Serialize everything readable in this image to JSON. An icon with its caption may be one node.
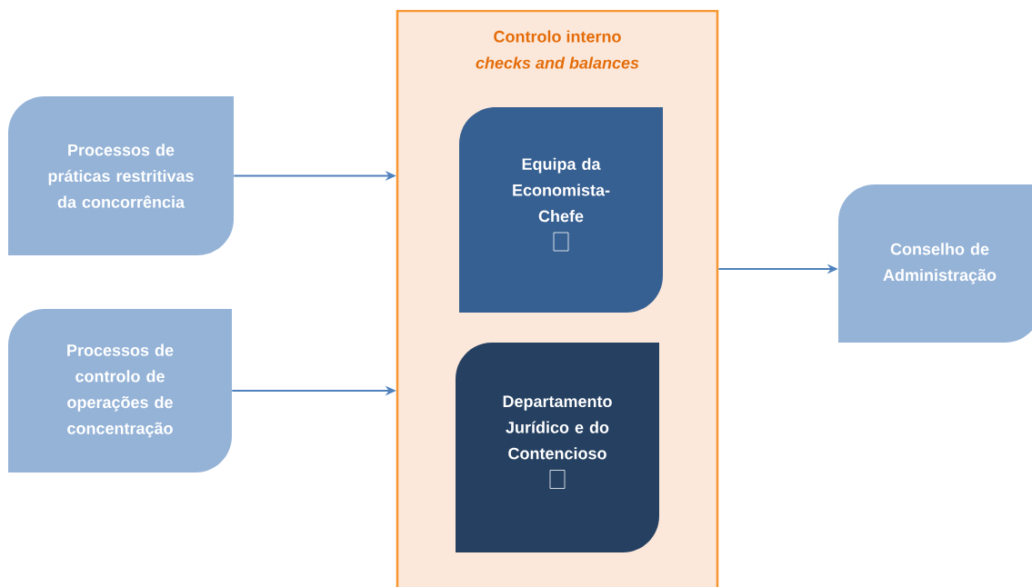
{
  "diagram": {
    "nodes": [
      {
        "text": [
          "Controlo interno",
          "checks and balances"
        ]
      },
      {
        "text": [
          "Processos de práticas restritivas da concorrência"
        ]
      },
      {
        "text": [
          "Processos de controlo de operações de concentração"
        ]
      },
      {
        "text": [
          "Equipa da Economista-Chefe"
        ],
        "in": 0
      },
      {
        "text": [
          "Departamento Jurídico e do Contencioso"
        ],
        "in": 0
      },
      {
        "text": [
          "Conselho de Administração"
        ]
      }
    ],
    "edges": [
      {
        "from": 1,
        "to": 0,
        "arrow": "to"
      },
      {
        "from": 2,
        "to": 0,
        "arrow": "to"
      },
      {
        "from": 0,
        "to": 5,
        "arrow": "to"
      }
    ]
  }
}
